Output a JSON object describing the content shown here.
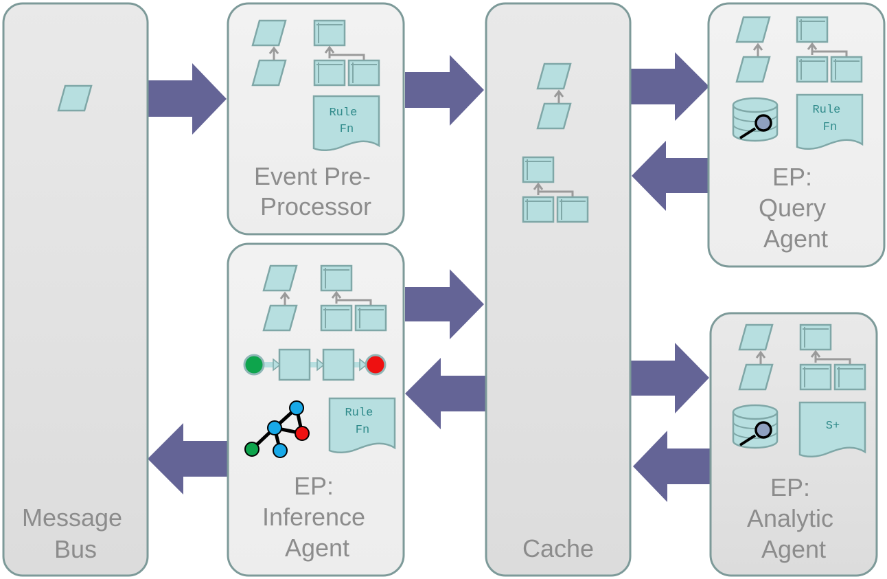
{
  "boxes": {
    "message_bus": {
      "label_lines": [
        "Message",
        "Bus"
      ]
    },
    "event_preprocessor": {
      "label_lines": [
        "Event Pre-",
        "Processor"
      ]
    },
    "cache": {
      "label_lines": [
        "Cache"
      ]
    },
    "query_agent": {
      "label_lines": [
        "EP:",
        "Query",
        "Agent"
      ]
    },
    "inference_agent": {
      "label_lines": [
        "EP:",
        "Inference",
        "Agent"
      ]
    },
    "analytic_agent": {
      "label_lines": [
        "EP:",
        "Analytic",
        "Agent"
      ]
    }
  },
  "documents": {
    "preprocessor_rule": {
      "lines": [
        "Rule",
        "Fn"
      ]
    },
    "query_rule": {
      "lines": [
        "Rule",
        "Fn"
      ]
    },
    "inference_rule": {
      "lines": [
        "Rule",
        "Fn"
      ]
    },
    "analytic_script": {
      "lines": [
        "S+"
      ]
    }
  },
  "icons": {
    "event": "event-icon",
    "concept_hierarchy": "concept-hierarchy-icon",
    "database_query": "database-query-icon",
    "state_machine": "state-machine-icon",
    "graph": "graph-network-icon",
    "rule_document": "rule-document-icon"
  },
  "colors": {
    "box_fill_light": "#efefef",
    "box_fill_dark": "#e3e3e3",
    "box_stroke": "#7d9a99",
    "icon_fill": "#b7dfe0",
    "icon_stroke": "#7fa7a7",
    "arrow": "#646496",
    "label": "#8c8c8c",
    "state_start": "#0ea44c",
    "state_end": "#ee1111",
    "graph_node": "#18a9e8"
  }
}
